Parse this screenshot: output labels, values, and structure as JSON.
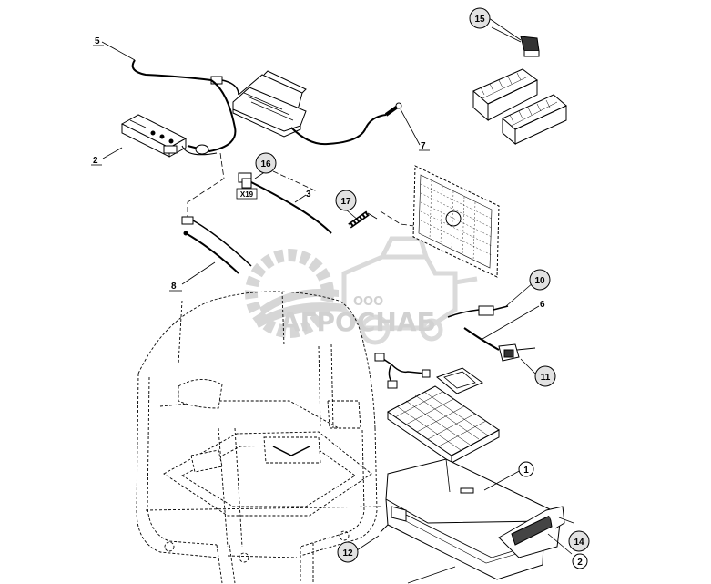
{
  "diagram": {
    "callouts": [
      {
        "id": "c5",
        "label": "5"
      },
      {
        "id": "c2a",
        "label": "2"
      },
      {
        "id": "c15",
        "label": "15"
      },
      {
        "id": "c16",
        "label": "16"
      },
      {
        "id": "c3",
        "label": "3"
      },
      {
        "id": "c17",
        "label": "17"
      },
      {
        "id": "c7",
        "label": "7"
      },
      {
        "id": "c8",
        "label": "8"
      },
      {
        "id": "c10",
        "label": "10"
      },
      {
        "id": "c6",
        "label": "6"
      },
      {
        "id": "c11",
        "label": "11"
      },
      {
        "id": "c1",
        "label": "1"
      },
      {
        "id": "c14",
        "label": "14"
      },
      {
        "id": "c2b",
        "label": "2"
      },
      {
        "id": "c12",
        "label": "12"
      }
    ],
    "connector_tag": "X19"
  },
  "watermark": {
    "small": "ООО",
    "brand": "АГРОСНАБ"
  }
}
